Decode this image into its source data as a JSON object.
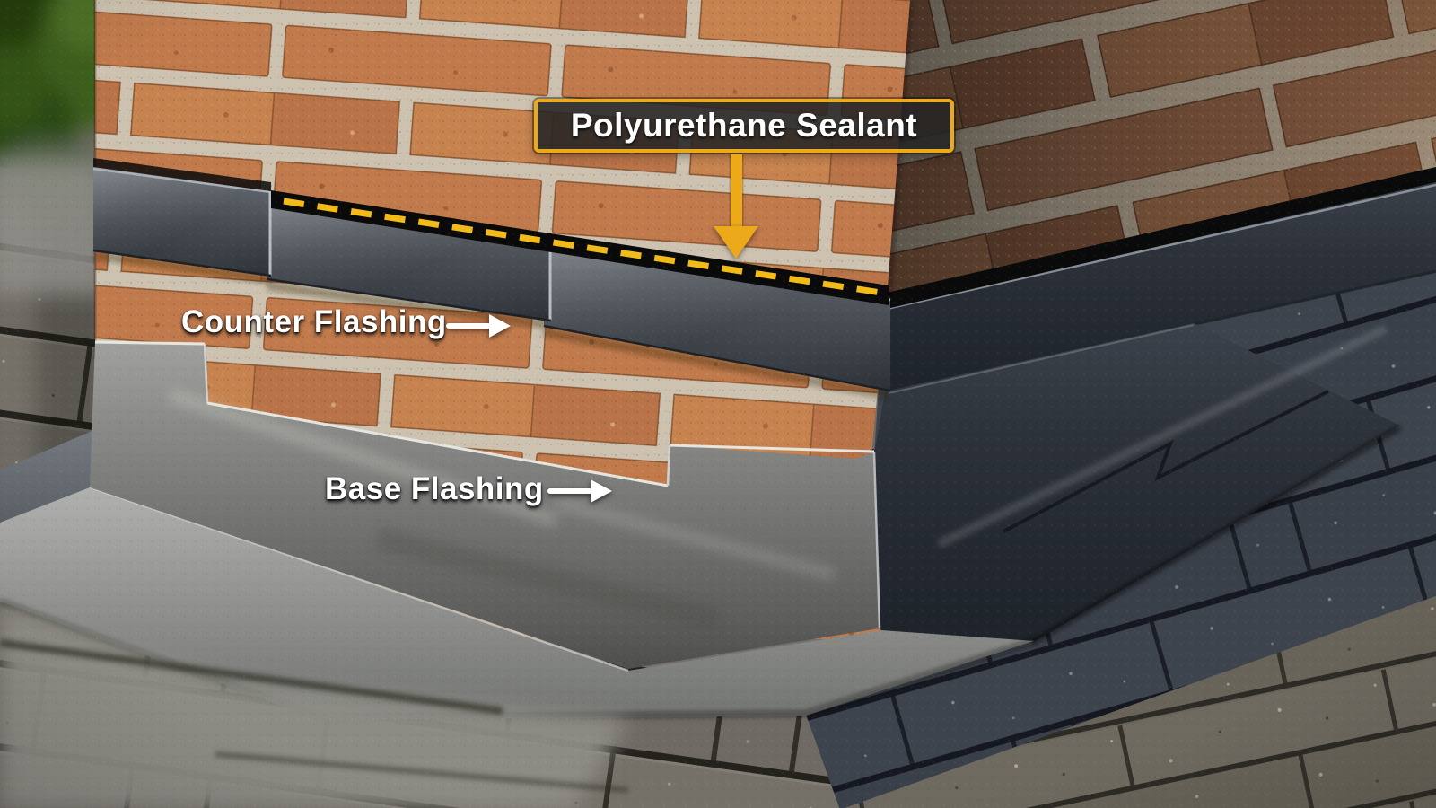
{
  "annotations": {
    "sealant": {
      "label": "Polyurethane Sealant",
      "arrow_direction": "down",
      "accent_color": "#ECAA1B",
      "box_background": "rgba(36,36,36,0.88)",
      "text_color": "#FFFFFF"
    },
    "counter_flashing": {
      "label": "Counter Flashing",
      "arrow_direction": "right",
      "text_color": "#FFFFFF",
      "arrow_color": "#FFFFFF"
    },
    "base_flashing": {
      "label": "Base Flashing",
      "arrow_direction": "right",
      "text_color": "#FFFFFF",
      "arrow_color": "#FFFFFF"
    }
  },
  "scene": {
    "description": "Close-up photo of a brick chimney corner on an asphalt shingle roof showing stepped metal counter flashing and base flashing; a black polyurethane sealant bead along the top of the counter flashing is traced with a yellow dashed line",
    "colors": {
      "sealant_dash": "#F2BB17",
      "sealant_bead": "#0A0A0A",
      "brick_sunlit": "#C07A4C",
      "brick_shaded": "#75513C",
      "mortar": "#CDC2AF",
      "counter_flashing_steel": "#474C53",
      "base_flashing_weathered": "#8A8B88",
      "shingles_left": "#757169",
      "shingles_right": "#3E444D",
      "foliage": "#3E5F1D"
    }
  }
}
